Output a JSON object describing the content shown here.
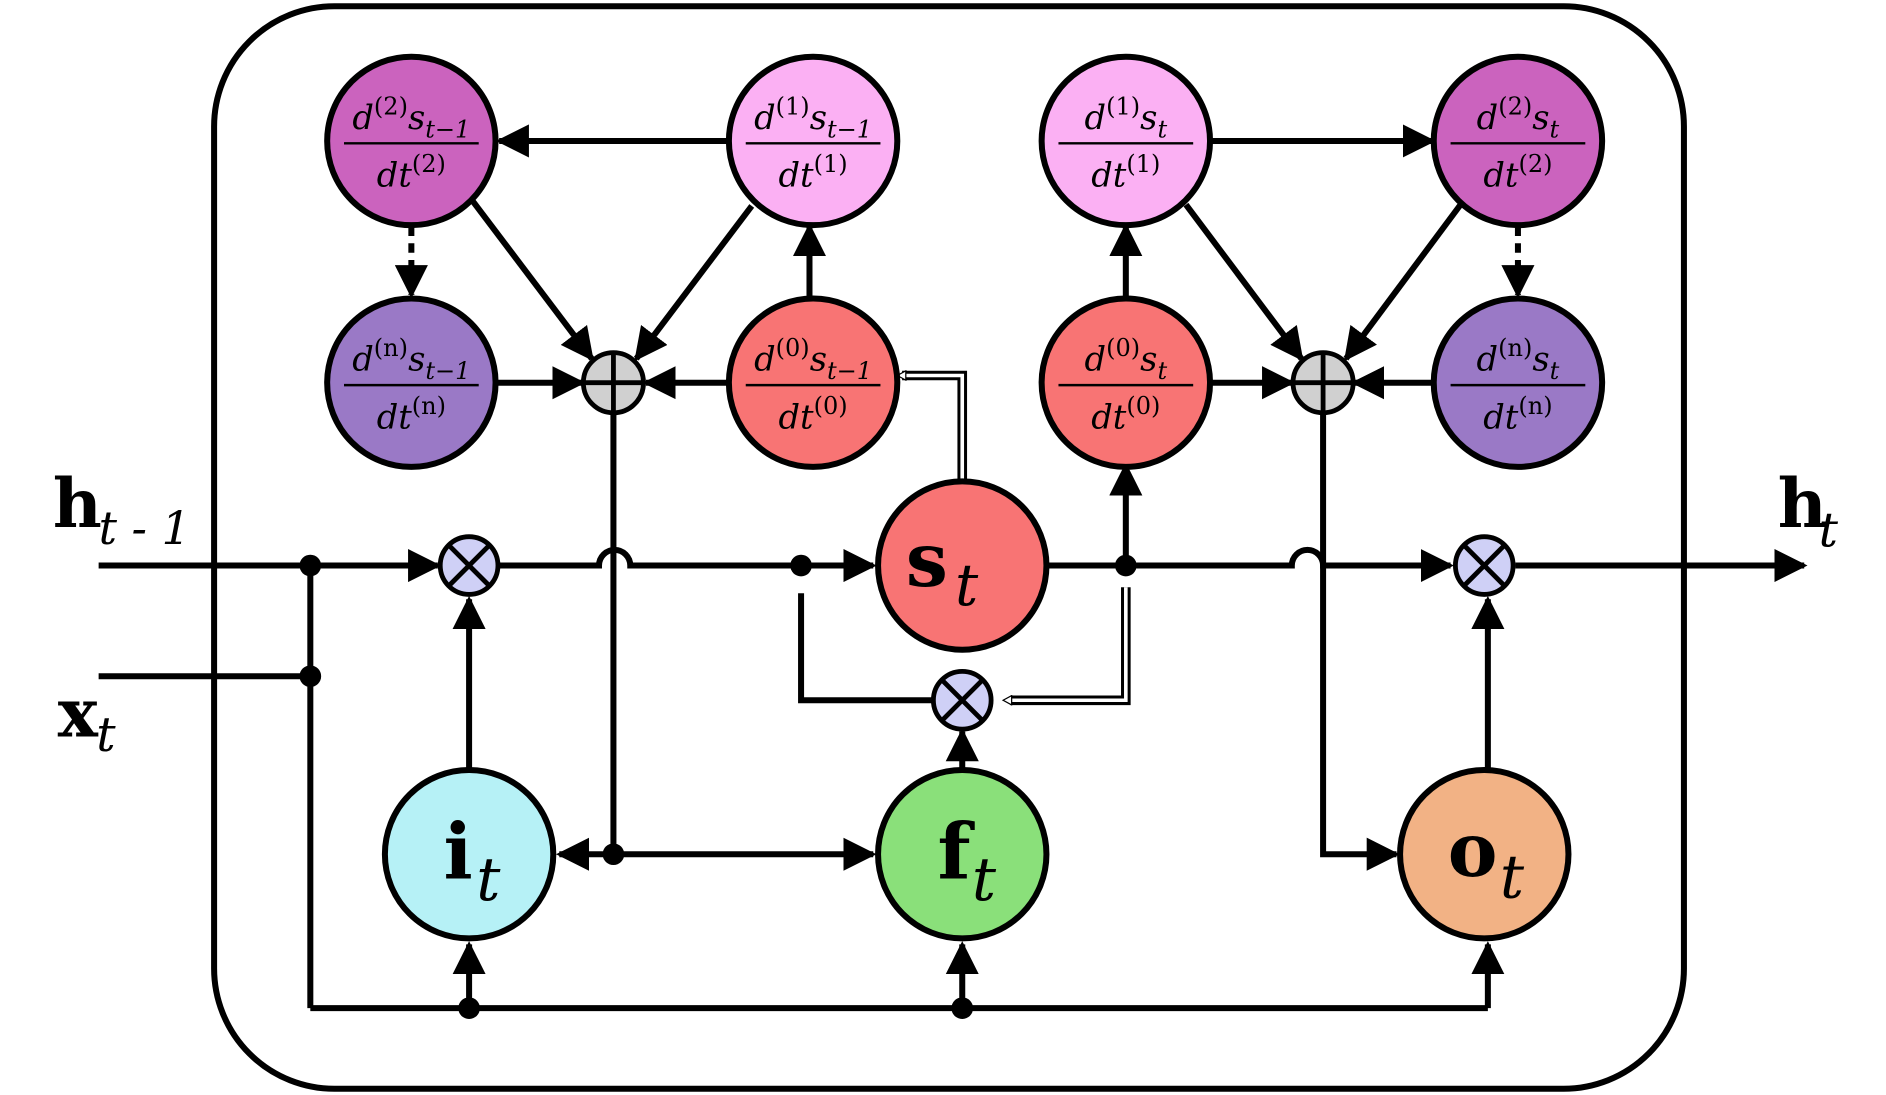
{
  "colors": {
    "stroke": "#000000",
    "deriv_order0": "#f87474",
    "deriv_order1": "#fbb0f3",
    "deriv_order2": "#cb63be",
    "deriv_orderN": "#9a79c6",
    "state": "#f87474",
    "input_gate": "#b6f1f6",
    "forget_gate": "#8ae07a",
    "output_gate": "#f2b285",
    "operator_mult": "#cfd0f6",
    "operator_add": "#d0d0d0"
  },
  "inputs": {
    "h_prev": {
      "main": "h",
      "sub": "t - 1"
    },
    "x_t": {
      "main": "x",
      "sub": "t"
    }
  },
  "output": {
    "main": "h",
    "sub": "t"
  },
  "gates": {
    "input": {
      "main": "i",
      "sub": "t"
    },
    "forget": {
      "main": "f",
      "sub": "t"
    },
    "output": {
      "main": "o",
      "sub": "t"
    }
  },
  "state": {
    "main": "s",
    "sub": "t"
  },
  "derivatives": {
    "prev_o2": {
      "num": "d",
      "ord": "(2)",
      "var": "s",
      "sub": "t−1",
      "den": "dt",
      "den_ord": "(2)"
    },
    "prev_o1": {
      "num": "d",
      "ord": "(1)",
      "var": "s",
      "sub": "t−1",
      "den": "dt",
      "den_ord": "(1)"
    },
    "prev_on": {
      "num": "d",
      "ord": "(n)",
      "var": "s",
      "sub": "t−1",
      "den": "dt",
      "den_ord": "(n)"
    },
    "prev_o0": {
      "num": "d",
      "ord": "(0)",
      "var": "s",
      "sub": "t−1",
      "den": "dt",
      "den_ord": "(0)"
    },
    "cur_o1": {
      "num": "d",
      "ord": "(1)",
      "var": "s",
      "sub": "t",
      "den": "dt",
      "den_ord": "(1)"
    },
    "cur_o2": {
      "num": "d",
      "ord": "(2)",
      "var": "s",
      "sub": "t",
      "den": "dt",
      "den_ord": "(2)"
    },
    "cur_o0": {
      "num": "d",
      "ord": "(0)",
      "var": "s",
      "sub": "t",
      "den": "dt",
      "den_ord": "(0)"
    },
    "cur_on": {
      "num": "d",
      "ord": "(n)",
      "var": "s",
      "sub": "t",
      "den": "dt",
      "den_ord": "(n)"
    }
  }
}
